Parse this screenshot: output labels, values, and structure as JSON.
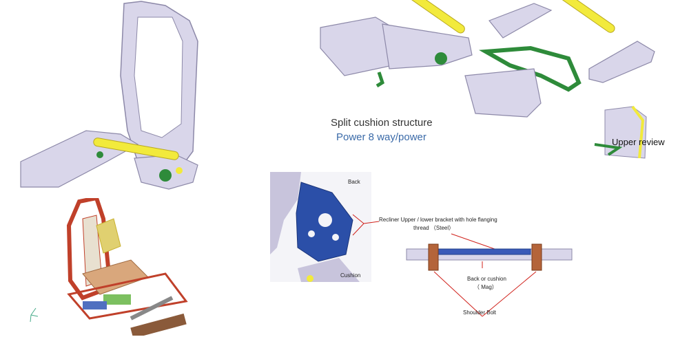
{
  "captions": {
    "split_cushion": "Split cushion structure",
    "power_way": "Power 8 way/power",
    "upper_review": "Upper review"
  },
  "recliner_panel": {
    "back_label": "Back",
    "cushion_label": "Cushion"
  },
  "section_diagram": {
    "recliner_callout_line1": "Recliner Upper / lower bracket with hole flanging",
    "recliner_callout_line2": "thread （Steel）",
    "back_or_cushion": "Back or cushion",
    "mag": "（ Mag）",
    "shoulder_bolt": "Shoulder Bolt"
  },
  "colors": {
    "frame_lavender": "#d9d6ea",
    "frame_outline": "#8c88a8",
    "rod_yellow": "#f2ea3c",
    "bracket_green": "#2e8b3a",
    "recliner_blue": "#2b4fa8",
    "bolt_brown": "#b4643a",
    "callout_red": "#d0201a",
    "caption_blue": "#3a6aa8"
  }
}
